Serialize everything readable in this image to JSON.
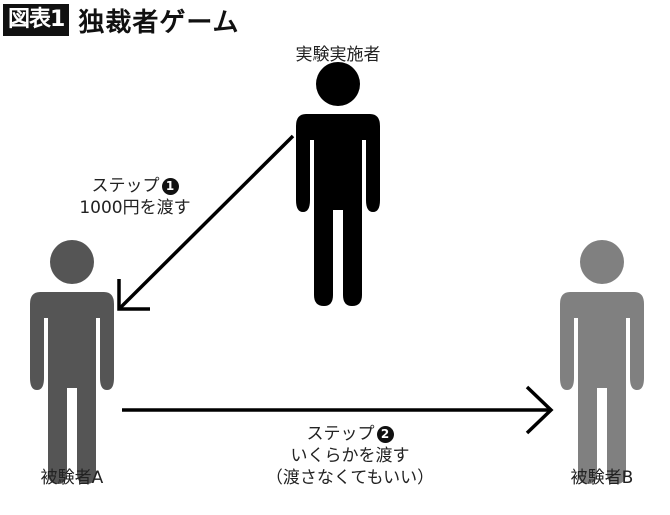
{
  "header": {
    "badge": "図表1",
    "title": "独裁者ゲーム"
  },
  "actors": {
    "experimenter": {
      "label": "実験実施者",
      "color": "#000000"
    },
    "subject_a": {
      "label": "被験者A",
      "color": "#555555"
    },
    "subject_b": {
      "label": "被験者B",
      "color": "#808080"
    }
  },
  "steps": {
    "step1": {
      "title": "ステップ",
      "number": "1",
      "line1": "1000円を渡す"
    },
    "step2": {
      "title": "ステップ",
      "number": "2",
      "line1": "いくらかを渡す",
      "line2": "（渡さなくてもいい）"
    }
  }
}
